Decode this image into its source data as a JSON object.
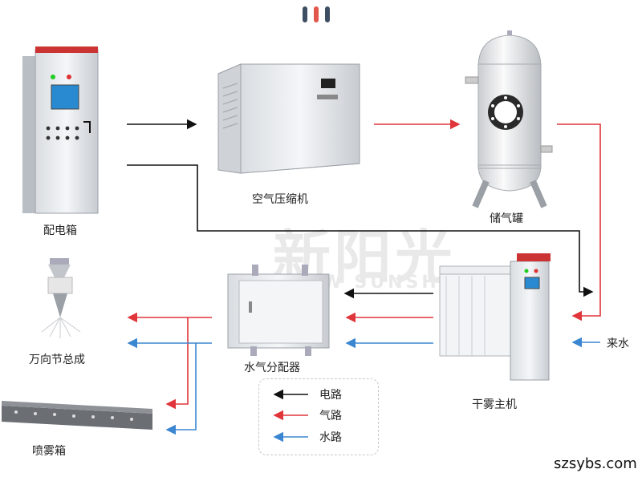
{
  "top_dots": [
    "#3f4f63",
    "#e1574b",
    "#3f4f63"
  ],
  "labels": {
    "distribution_box": "配电箱",
    "air_compressor": "空气压缩机",
    "gas_tank": "储气罐",
    "universal_joint": "万向节总成",
    "spray_box": "喷雾箱",
    "water_air_distributor": "水气分配器",
    "dry_fog_host": "干雾主机",
    "water_inlet": "来水"
  },
  "legend": [
    {
      "label": "电路",
      "color": "#111111"
    },
    {
      "label": "气路",
      "color": "#e0353b"
    },
    {
      "label": "水路",
      "color": "#3b86d1"
    }
  ],
  "watermark": {
    "cn": "新阳光",
    "en": "NEW SUNSHINE"
  },
  "site_url": "szsybs.com",
  "colors": {
    "electric": "#111111",
    "air": "#e0353b",
    "water": "#3b86d1"
  }
}
